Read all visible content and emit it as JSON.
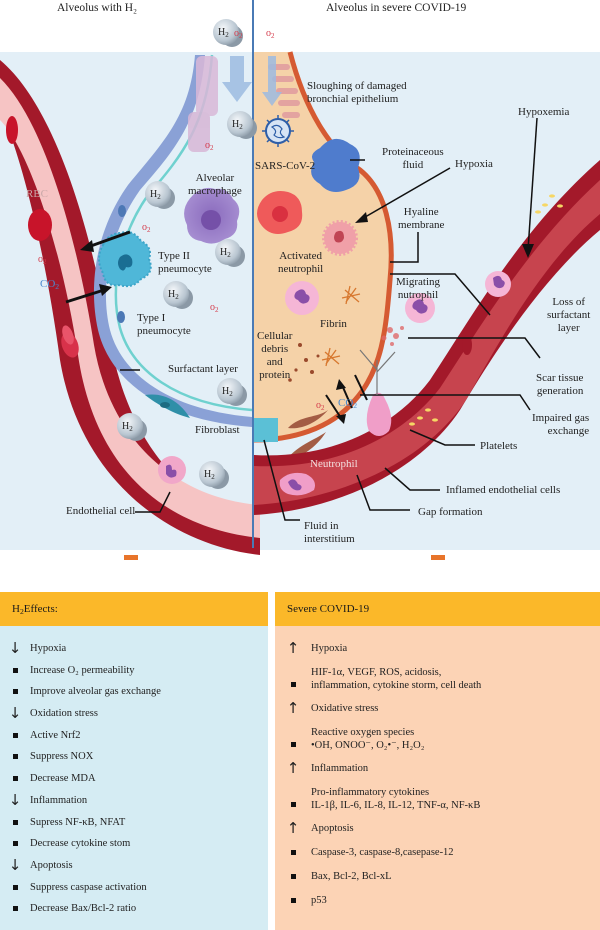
{
  "titles": {
    "left": "Alveolus with H₂",
    "right": "Alveolus in severe COVID-19"
  },
  "gas_labels": {
    "h2": "H",
    "h2_sub": "2",
    "o2": "o",
    "o2_sub": "2",
    "co2": "CO",
    "co2_sub": "2"
  },
  "left_labels": {
    "rbc": "RBC",
    "alveolar_macrophage": [
      "Alveolar",
      "macrophage"
    ],
    "type2": [
      "Type II",
      "pneumocyte"
    ],
    "type1": [
      "Type I",
      "pneumocyte"
    ],
    "surfactant": "Surfactant layer",
    "fibroblast": "Fibroblast",
    "endothelial": "Endothelial cell"
  },
  "right_labels": {
    "sloughing": [
      "Sloughing of damaged",
      "bronchial epithelium"
    ],
    "sars": "SARS-CoV-2",
    "proteinaceous": [
      "Proteinaceous",
      "fluid"
    ],
    "hypoxia": "Hypoxia",
    "hypoxemia": "Hypoxemia",
    "hyaline": [
      "Hyaline",
      "membrane"
    ],
    "activated": [
      "Activated",
      "neutrophil"
    ],
    "migrating": [
      "Migrating",
      "nutrophil"
    ],
    "loss_surfactant": [
      "Loss of",
      "surfactant",
      "layer"
    ],
    "fibrin": "Fibrin",
    "cellular_debris": [
      "Cellular",
      "debris",
      "and",
      "protein"
    ],
    "scar": [
      "Scar tissue",
      "generation"
    ],
    "impaired": [
      "Impaired gas",
      "exchange"
    ],
    "platelets": "Platelets",
    "neutrophil": "Neutrophil",
    "inflamed": "Inflamed endothelial cells",
    "gap": "Gap formation",
    "fluid_interstitium": [
      "Fluid in",
      "interstitium"
    ]
  },
  "colors": {
    "header_bar": "#fbb829",
    "left_panel_bg": "#d5ecf3",
    "right_panel_bg": "#fcd3b5",
    "orange_arrow": "#e8742a",
    "vessel_dark": "#a3192a",
    "vessel_light": "#f6c4c4",
    "alveolus_bg": "#e3eff7",
    "covid_fluid": "#f5d2a8",
    "divider": "#4a7ab5"
  },
  "left_panel": {
    "title_prefix": "H",
    "title_sub": "2",
    "title_rest": "Effects:",
    "items": [
      {
        "marker": "down-arrow",
        "text": "Hypoxia"
      },
      {
        "marker": "bullet",
        "text": "Increase O₂ permeability"
      },
      {
        "marker": "bullet",
        "text": "Improve alveolar gas exchange"
      },
      {
        "marker": "down-arrow",
        "text": "Oxidation stress"
      },
      {
        "marker": "bullet",
        "text": "Active Nrf2"
      },
      {
        "marker": "bullet",
        "text": "Suppress NOX"
      },
      {
        "marker": "bullet",
        "text": "Decrease MDA"
      },
      {
        "marker": "down-arrow",
        "text": "Inflammation"
      },
      {
        "marker": "bullet",
        "text": "Supress NF-κB, NFAT"
      },
      {
        "marker": "bullet",
        "text": "Decrease cytokine stom"
      },
      {
        "marker": "down-arrow",
        "text": "Apoptosis"
      },
      {
        "marker": "bullet",
        "text": "Suppress caspase activation"
      },
      {
        "marker": "bullet",
        "text": "Decrease Bax/Bcl-2 ratio"
      }
    ]
  },
  "right_panel": {
    "title": "Severe COVID-19",
    "items": [
      {
        "marker": "up-arrow",
        "lines": [
          "Hypoxia"
        ]
      },
      {
        "marker": "bullet",
        "lines": [
          "HIF-1α, VEGF, ROS, acidosis,",
          "inflammation, cytokine storm, cell death"
        ]
      },
      {
        "marker": "up-arrow",
        "lines": [
          "Oxidative stress"
        ]
      },
      {
        "marker": "bullet",
        "lines": [
          "Reactive oxygen species",
          "•OH, ONOO⁻, O₂•⁻, H₂O₂"
        ]
      },
      {
        "marker": "up-arrow",
        "lines": [
          "Inflammation"
        ]
      },
      {
        "marker": "bullet",
        "lines": [
          "Pro-inflammatory cytokines",
          "IL-1β, IL-6, IL-8, IL-12, TNF-α, NF-κB"
        ]
      },
      {
        "marker": "up-arrow",
        "lines": [
          "Apoptosis"
        ]
      },
      {
        "marker": "bullet",
        "lines": [
          "Caspase-3, caspase-8,casepase-12"
        ]
      },
      {
        "marker": "bullet",
        "lines": [
          "Bax, Bcl-2, Bcl-xL"
        ]
      },
      {
        "marker": "bullet",
        "lines": [
          "p53"
        ]
      }
    ]
  }
}
